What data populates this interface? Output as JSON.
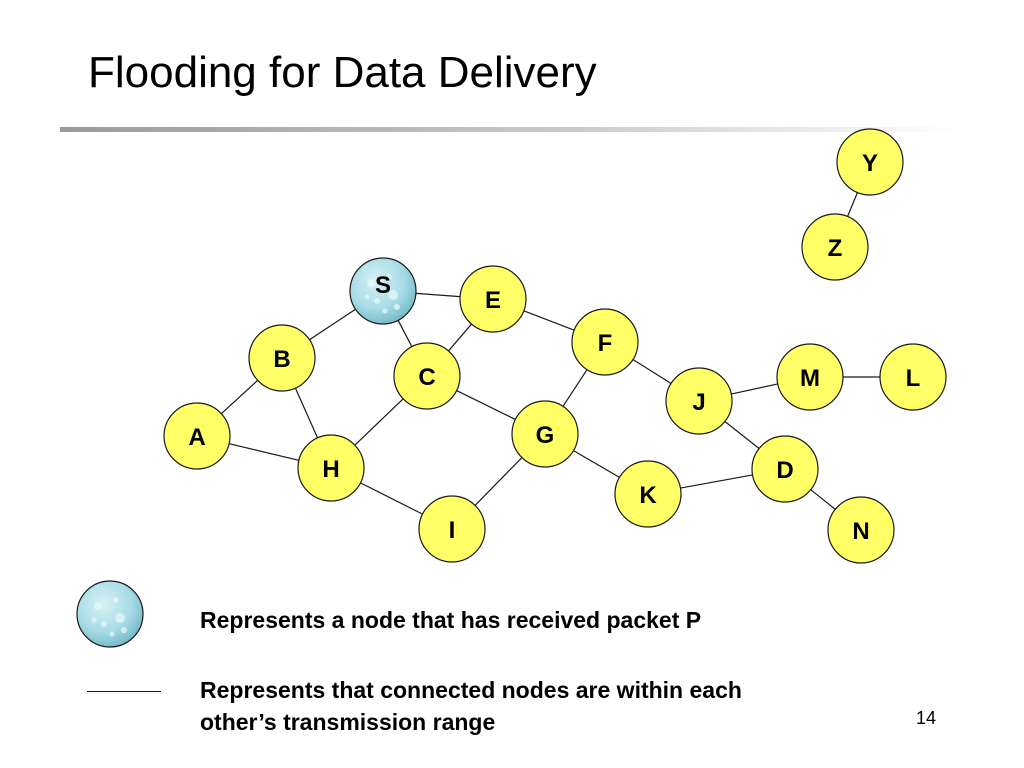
{
  "slide": {
    "title": "Flooding for Data Delivery",
    "page_number": "14"
  },
  "colors": {
    "node_fill": "#ffff66",
    "received_fill": "#a8dce6",
    "received_fill_dark": "#6fb6c6",
    "edge": "#1a1a1a"
  },
  "graph": {
    "nodes": [
      {
        "id": "S",
        "label": "S",
        "received": true
      },
      {
        "id": "E",
        "label": "E",
        "received": false
      },
      {
        "id": "B",
        "label": "B",
        "received": false
      },
      {
        "id": "C",
        "label": "C",
        "received": false
      },
      {
        "id": "F",
        "label": "F",
        "received": false
      },
      {
        "id": "A",
        "label": "A",
        "received": false
      },
      {
        "id": "H",
        "label": "H",
        "received": false
      },
      {
        "id": "G",
        "label": "G",
        "received": false
      },
      {
        "id": "I",
        "label": "I",
        "received": false
      },
      {
        "id": "K",
        "label": "K",
        "received": false
      },
      {
        "id": "J",
        "label": "J",
        "received": false
      },
      {
        "id": "M",
        "label": "M",
        "received": false
      },
      {
        "id": "L",
        "label": "L",
        "received": false
      },
      {
        "id": "D",
        "label": "D",
        "received": false
      },
      {
        "id": "N",
        "label": "N",
        "received": false
      },
      {
        "id": "Y",
        "label": "Y",
        "received": false
      },
      {
        "id": "Z",
        "label": "Z",
        "received": false
      }
    ],
    "edges": [
      [
        "S",
        "E"
      ],
      [
        "S",
        "B"
      ],
      [
        "S",
        "C"
      ],
      [
        "E",
        "C"
      ],
      [
        "E",
        "F"
      ],
      [
        "B",
        "A"
      ],
      [
        "B",
        "H"
      ],
      [
        "A",
        "H"
      ],
      [
        "C",
        "H"
      ],
      [
        "C",
        "G"
      ],
      [
        "H",
        "I"
      ],
      [
        "F",
        "G"
      ],
      [
        "F",
        "J"
      ],
      [
        "G",
        "I"
      ],
      [
        "G",
        "K"
      ],
      [
        "K",
        "D"
      ],
      [
        "J",
        "M"
      ],
      [
        "J",
        "D"
      ],
      [
        "M",
        "L"
      ],
      [
        "D",
        "N"
      ],
      [
        "Y",
        "Z"
      ]
    ]
  },
  "legend": {
    "received_text": "Represents a node that has received packet P",
    "range_text_line1": "Represents that connected nodes are within each",
    "range_text_line2": "other’s transmission range"
  }
}
